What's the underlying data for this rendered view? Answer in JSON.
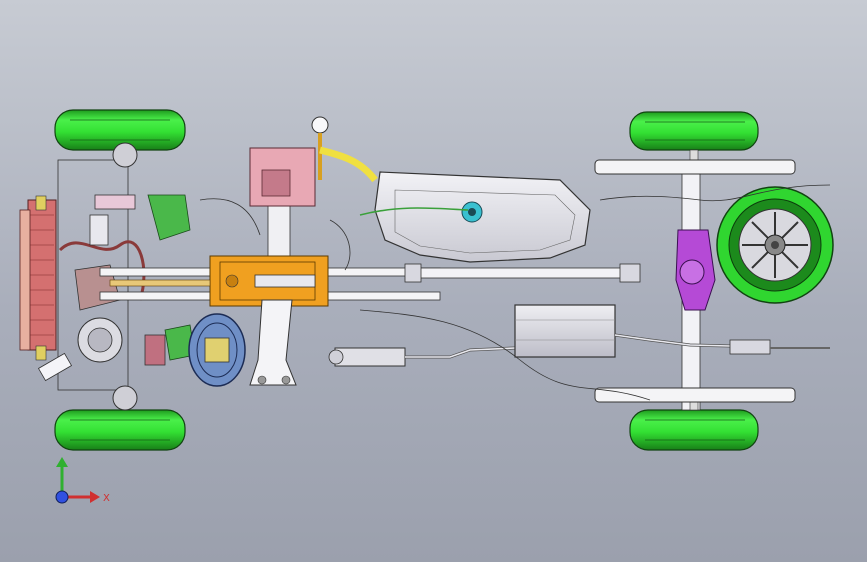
{
  "viewport": {
    "background_top": "#c7cbd3",
    "background_bottom": "#9ba0ad"
  },
  "model": {
    "subject": "vehicle-chassis-assembly",
    "view": "top",
    "colors": {
      "tire": "#33e033",
      "tire_dark": "#1f8f1f",
      "fuel_tank": "#e4e4ea",
      "frame": "#ffffff",
      "rear_axle": "#b54ad6",
      "gearbox_plate": "#f0a020",
      "radiator": "#d47070",
      "wiring_yellow": "#f0e040",
      "exhaust": "#d8d8e0"
    }
  },
  "triad": {
    "x_label": "X",
    "x_color": "#d03030",
    "y_color": "#30b030",
    "z_color": "#3050e0"
  }
}
